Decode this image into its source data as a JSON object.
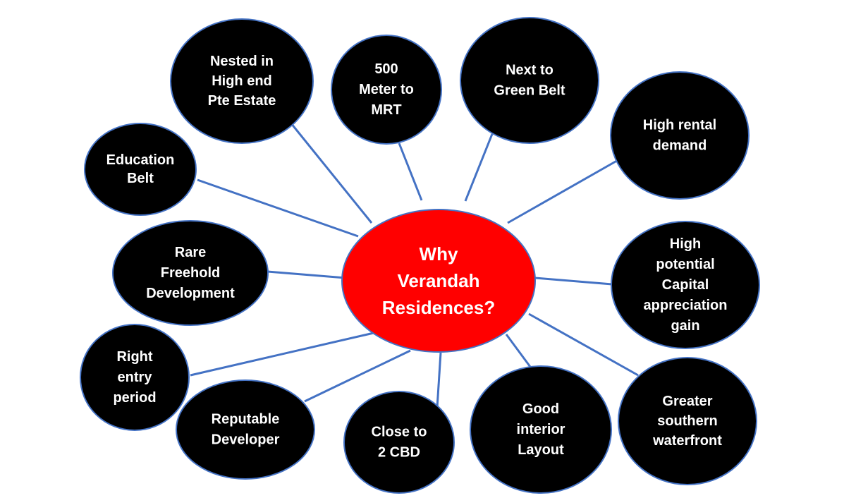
{
  "diagram": {
    "center": {
      "lines": [
        "Why",
        "Verandah",
        "Residences?"
      ],
      "fill": "#FF0000"
    },
    "node_fill": "#000000",
    "text_color": "#FFFFFF",
    "connector_color": "#4472C4",
    "nodes": [
      {
        "id": "education-belt",
        "lines": [
          "Education",
          "Belt"
        ]
      },
      {
        "id": "nested-high-end",
        "lines": [
          "Nested in",
          "High end",
          "Pte Estate"
        ]
      },
      {
        "id": "500m-to-mrt",
        "lines": [
          "500",
          "Meter to",
          "MRT"
        ]
      },
      {
        "id": "next-to-green-belt",
        "lines": [
          "Next to",
          "Green Belt"
        ]
      },
      {
        "id": "high-rental-demand",
        "lines": [
          "High rental",
          "demand"
        ]
      },
      {
        "id": "capital-appreciation",
        "lines": [
          "High",
          "potential",
          "Capital",
          "appreciation",
          "gain"
        ]
      },
      {
        "id": "southern-waterfront",
        "lines": [
          "Greater",
          "southern",
          "waterfront"
        ]
      },
      {
        "id": "interior-layout",
        "lines": [
          "Good",
          "interior",
          "Layout"
        ]
      },
      {
        "id": "close-to-2-cbd",
        "lines": [
          "Close to",
          "2 CBD"
        ]
      },
      {
        "id": "reputable-developer",
        "lines": [
          "Reputable",
          "Developer"
        ]
      },
      {
        "id": "right-entry-period",
        "lines": [
          "Right",
          "entry",
          "period"
        ]
      },
      {
        "id": "rare-freehold",
        "lines": [
          "Rare",
          "Freehold",
          "Development"
        ]
      }
    ]
  }
}
